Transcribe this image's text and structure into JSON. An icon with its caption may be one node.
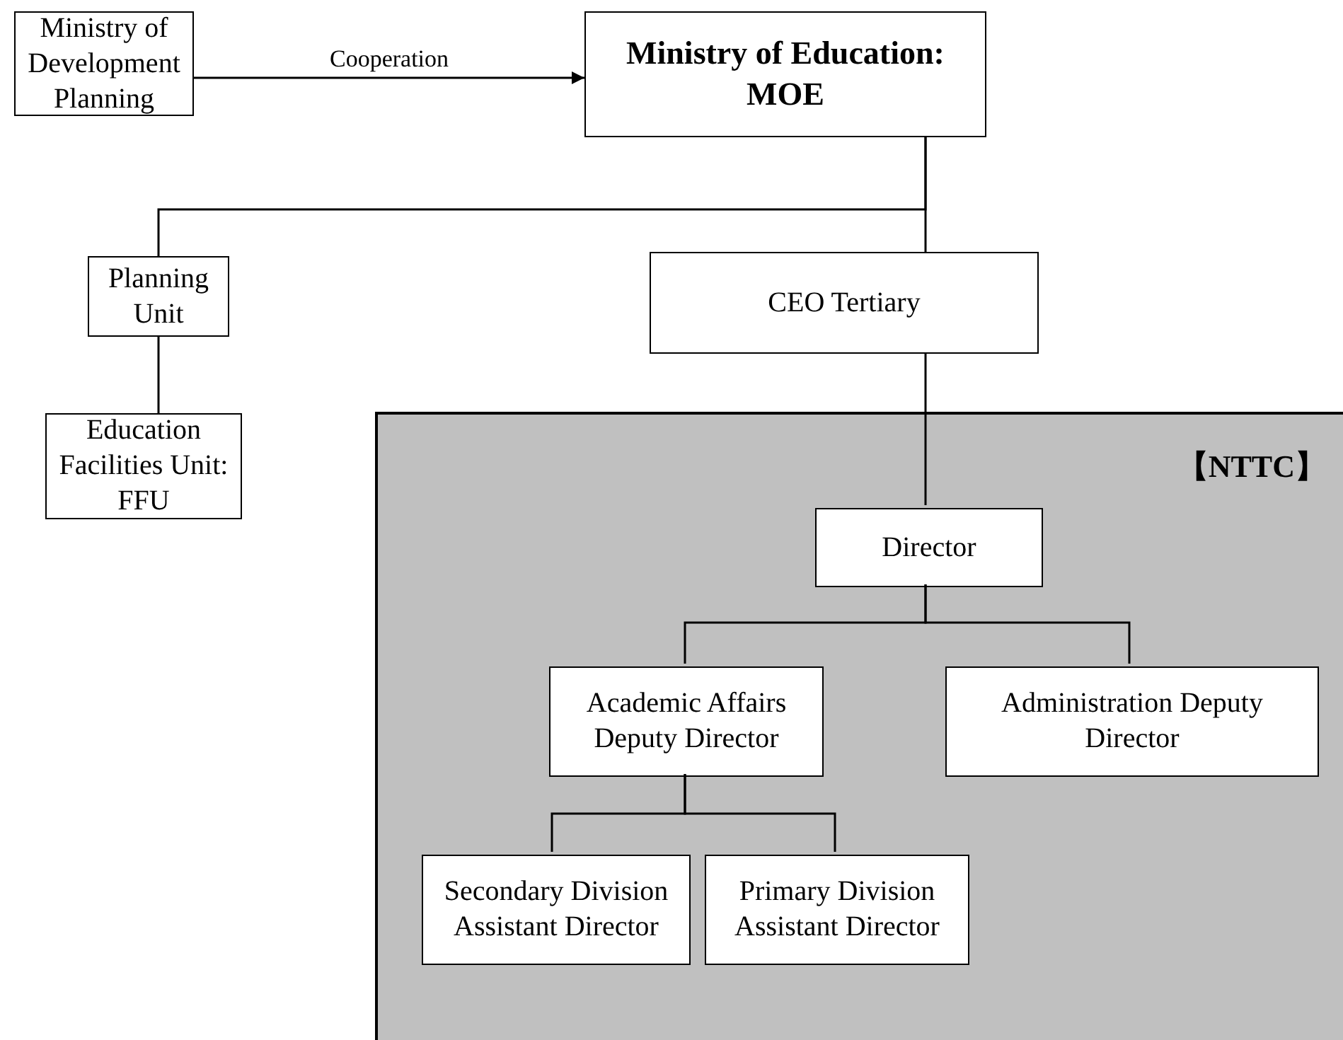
{
  "diagram": {
    "nodes": [
      {
        "text": [
          "Ministry of Development Planning"
        ]
      },
      {
        "text": [
          "Ministry of Education: MOE"
        ]
      },
      {
        "text": [
          "Planning Unit"
        ]
      },
      {
        "text": [
          "CEO Tertiary"
        ]
      },
      {
        "text": [
          "Education Facilities Unit: FFU"
        ]
      },
      {
        "text": [
          "【NTTC】"
        ]
      },
      {
        "text": [
          "Director"
        ],
        "in": 5
      },
      {
        "text": [
          "Academic Affairs Deputy Director"
        ],
        "in": 5
      },
      {
        "text": [
          "Administration Deputy Director"
        ],
        "in": 5
      },
      {
        "text": [
          "Secondary Division Assistant Director"
        ],
        "in": 5
      },
      {
        "text": [
          "Primary Division Assistant Director"
        ],
        "in": 5
      }
    ],
    "edges": [
      {
        "from": 0,
        "to": 1,
        "arrow": "to",
        "label": "Cooperation"
      },
      {
        "from": 1,
        "to": 2,
        "arrow": "none"
      },
      {
        "from": 1,
        "to": 3,
        "arrow": "none"
      },
      {
        "from": 2,
        "to": 4,
        "arrow": "none"
      },
      {
        "from": 3,
        "to": 6,
        "arrow": "none"
      },
      {
        "from": 6,
        "to": 7,
        "arrow": "none"
      },
      {
        "from": 6,
        "to": 8,
        "arrow": "none"
      },
      {
        "from": 7,
        "to": 9,
        "arrow": "none"
      },
      {
        "from": 7,
        "to": 10,
        "arrow": "none"
      }
    ]
  }
}
